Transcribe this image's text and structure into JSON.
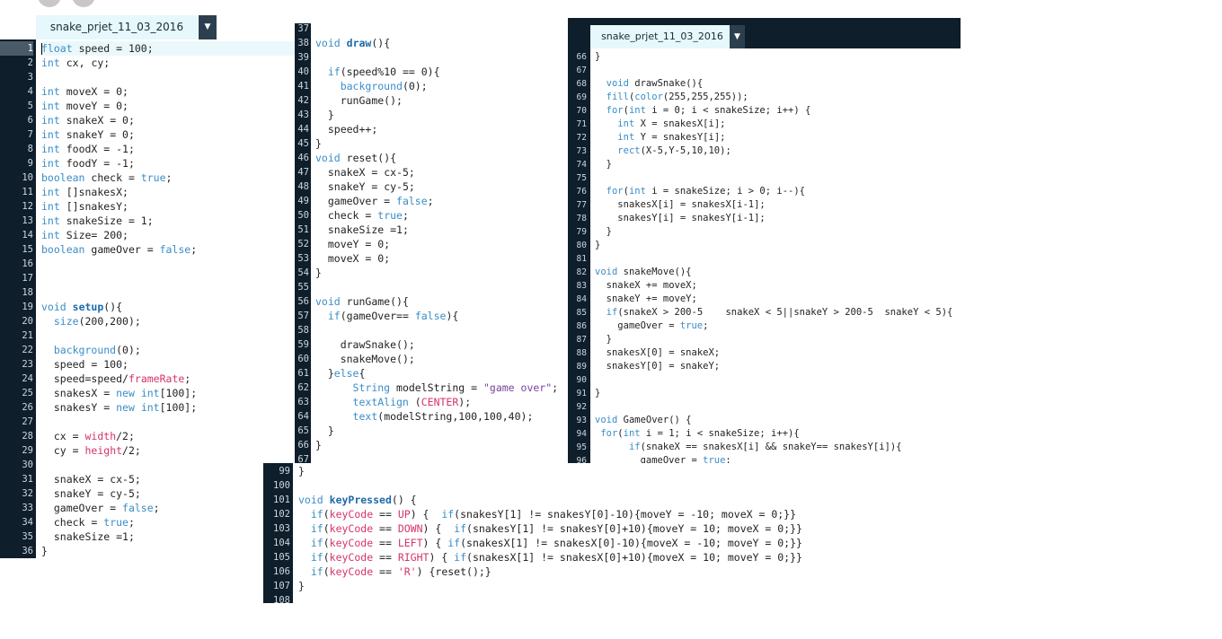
{
  "editor_left": {
    "tab_title": "snake_prjet_11_03_2016",
    "tab_arrow": "▼",
    "first_line": 1,
    "lines": [
      "float speed = 100;",
      "int cx, cy;",
      "",
      "int moveX = 0;",
      "int moveY = 0;",
      "int snakeX = 0;",
      "int snakeY = 0;",
      "int foodX = -1;",
      "int foodY = -1;",
      "boolean check = true;",
      "int []snakesX;",
      "int []snakesY;",
      "int snakeSize = 1;",
      "int Size= 200;",
      "boolean gameOver = false;",
      "",
      "",
      "",
      "void setup(){",
      "  size(200,200);",
      "",
      "  background(0);",
      "  speed = 100;",
      "  speed=speed/frameRate;",
      "  snakesX = new int[100];",
      "  snakesY = new int[100];",
      "",
      "  cx = width/2;",
      "  cy = height/2;",
      "",
      "  snakeX = cx-5;",
      "  snakeY = cy-5;",
      "  gameOver = false;",
      "  check = true;",
      "  snakeSize =1;",
      "}"
    ]
  },
  "editor_middle": {
    "first_line": 37,
    "lines": [
      "",
      "void draw(){",
      "",
      "  if(speed%10 == 0){",
      "    background(0);",
      "    runGame();",
      "  }",
      "  speed++;",
      "}",
      "void reset(){",
      "  snakeX = cx-5;",
      "  snakeY = cy-5;",
      "  gameOver = false;",
      "  check = true;",
      "  snakeSize =1;",
      "  moveY = 0;",
      "  moveX = 0;",
      "}",
      "",
      "void runGame(){",
      "  if(gameOver== false){",
      "",
      "    drawSnake();",
      "    snakeMove();",
      "  }else{",
      "      String modelString = \"game over\";",
      "      textAlign (CENTER);",
      "      text(modelString,100,100,40);",
      "  }",
      "}",
      ""
    ]
  },
  "editor_right": {
    "tab_title": "snake_prjet_11_03_2016",
    "tab_arrow": "▼",
    "first_line": 66,
    "lines": [
      "}",
      "",
      "  void drawSnake(){",
      "  fill(color(255,255,255));",
      "  for(int i = 0; i < snakeSize; i++) {",
      "    int X = snakesX[i];",
      "    int Y = snakesY[i];",
      "    rect(X-5,Y-5,10,10);",
      "  }",
      "",
      "  for(int i = snakeSize; i > 0; i--){",
      "    snakesX[i] = snakesX[i-1];",
      "    snakesY[i] = snakesY[i-1];",
      "  }",
      "}",
      "",
      "void snakeMove(){",
      "  snakeX += moveX;",
      "  snakeY += moveY;",
      "  if(snakeX > 200-5    snakeX < 5||snakeY > 200-5  snakeY < 5){",
      "    gameOver = true;",
      "  }",
      "  snakesX[0] = snakeX;",
      "  snakesY[0] = snakeY;",
      "",
      "}",
      "",
      "void GameOver() {",
      " for(int i = 1; i < snakeSize; i++){",
      "      if(snakeX == snakesX[i] && snakeY== snakesY[i]){",
      "        gameOver = true;"
    ]
  },
  "editor_bottom": {
    "first_line": 99,
    "lines": [
      "}",
      "",
      "void keyPressed() {",
      "  if(keyCode == UP) {  if(snakesY[1] != snakesY[0]-10){moveY = -10; moveX = 0;}}",
      "  if(keyCode == DOWN) {  if(snakesY[1] != snakesY[0]+10){moveY = 10; moveX = 0;}}",
      "  if(keyCode == LEFT) { if(snakesX[1] != snakesX[0]-10){moveX = -10; moveY = 0;}}",
      "  if(keyCode == RIGHT) { if(snakesX[1] != snakesX[0]+10){moveX = 10; moveY = 0;}}",
      "  if(keyCode == 'R') {reset();}",
      "}",
      ""
    ]
  },
  "colors": {
    "gutter": "#0f1e2b",
    "keyword": "#3a8dc8",
    "function": "#1d6aa8",
    "string": "#7a42a0",
    "system_var": "#d6336c"
  }
}
